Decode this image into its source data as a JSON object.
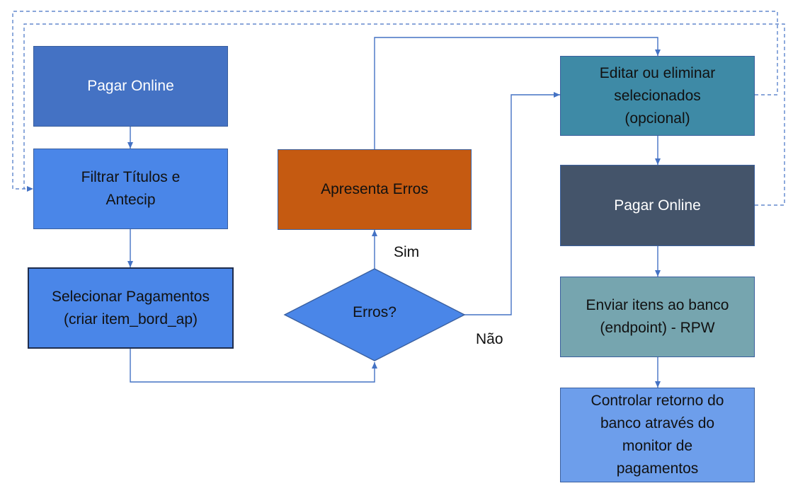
{
  "nodes": {
    "pagar_online_start": {
      "label": "Pagar Online",
      "color": "#4472c4",
      "text_color": "#ffffff"
    },
    "filtrar_titulos": {
      "label": "Filtrar Títulos e\nAntecip",
      "color": "#4a86e8",
      "text_color": "#111111"
    },
    "selecionar_pagamentos": {
      "label": "Selecionar Pagamentos\n(criar item_bord_ap)",
      "color": "#4a86e8",
      "text_color": "#111111"
    },
    "erros_decision": {
      "label": "Erros?",
      "color": "#4a86e8",
      "text_color": "#111111"
    },
    "apresenta_erros": {
      "label": "Apresenta Erros",
      "color": "#c55a11",
      "text_color": "#111111"
    },
    "editar_eliminar": {
      "label": "Editar ou eliminar\nselecionados\n(opcional)",
      "color": "#3e8aa6",
      "text_color": "#111111"
    },
    "pagar_online_end": {
      "label": "Pagar Online",
      "color": "#44546a",
      "text_color": "#ffffff"
    },
    "enviar_itens": {
      "label": "Enviar itens ao banco\n(endpoint) - RPW",
      "color": "#76a5af",
      "text_color": "#111111"
    },
    "controlar_retorno": {
      "label": "Controlar retorno do\nbanco através do\nmonitor de\npagamentos",
      "color": "#6d9eeb",
      "text_color": "#111111"
    }
  },
  "edge_labels": {
    "sim": "Sim",
    "nao": "Não"
  },
  "colors": {
    "connector": "#4472c4",
    "border_dark": "#1f2d4d"
  }
}
